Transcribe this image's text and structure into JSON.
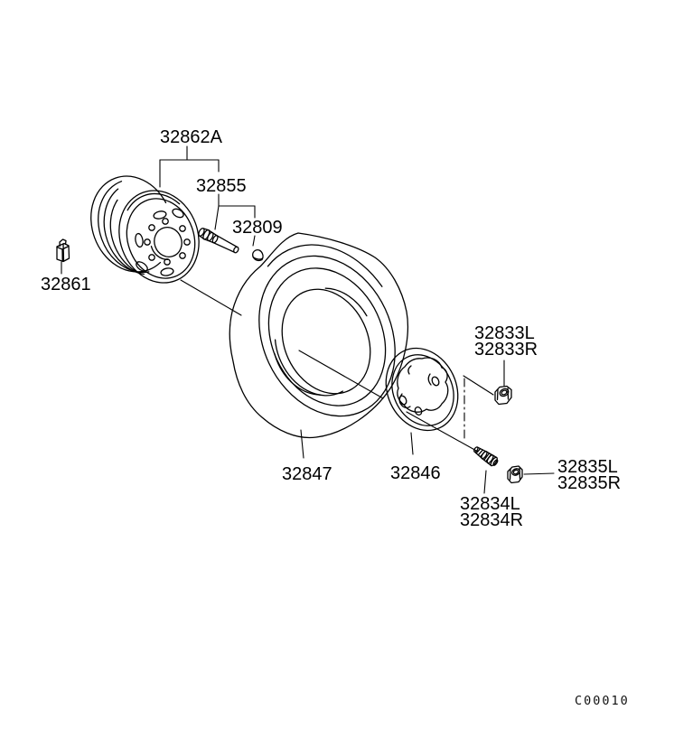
{
  "colors": {
    "background": "#ffffff",
    "line": "#000000",
    "text": "#000000"
  },
  "labels": {
    "rim_assembly": "32862A",
    "valve": "32855",
    "valve_cap": "32809",
    "balance_weight": "32861",
    "tire": "32847",
    "wheel_cap": "32846",
    "nut_inner_l": "32833L",
    "nut_inner_r": "32833R",
    "stud_l": "32834L",
    "stud_r": "32834R",
    "nut_outer_l": "32835L",
    "nut_outer_r": "32835R"
  },
  "footer": {
    "drawing_code": "C00010"
  }
}
